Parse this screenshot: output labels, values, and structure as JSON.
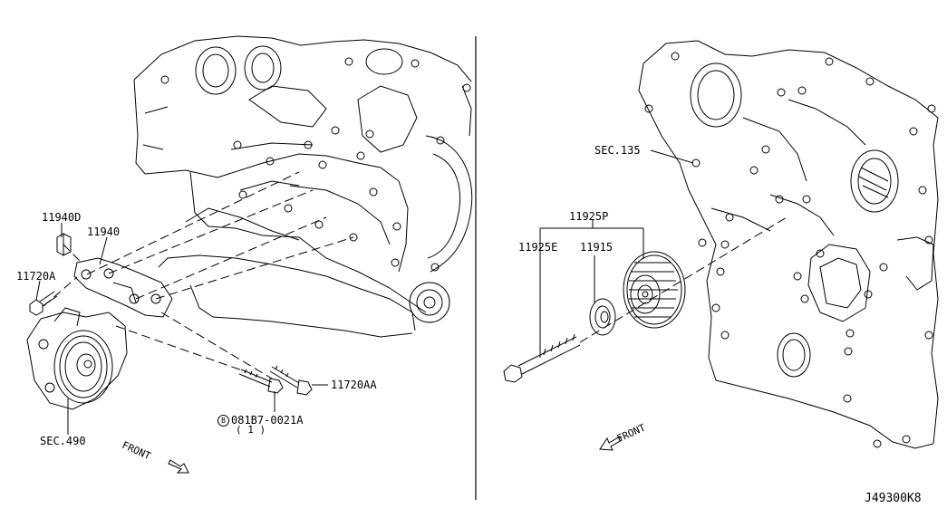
{
  "left_panel": {
    "labels": {
      "p11940d": "11940D",
      "p11940": "11940",
      "p11720a": "11720A",
      "p11720aa": "11720AA",
      "sec490": "SEC.490",
      "bolt_part_badge": "B",
      "bolt_part": "081B7-0021A",
      "bolt_qty": "( 1 )",
      "front": "FRONT"
    }
  },
  "right_panel": {
    "labels": {
      "sec135": "SEC.135",
      "p11925p": "11925P",
      "p11925e": "11925E",
      "p11915": "11915",
      "front": "FRONT"
    }
  },
  "footer": {
    "drawing_id": "J49300K8"
  }
}
